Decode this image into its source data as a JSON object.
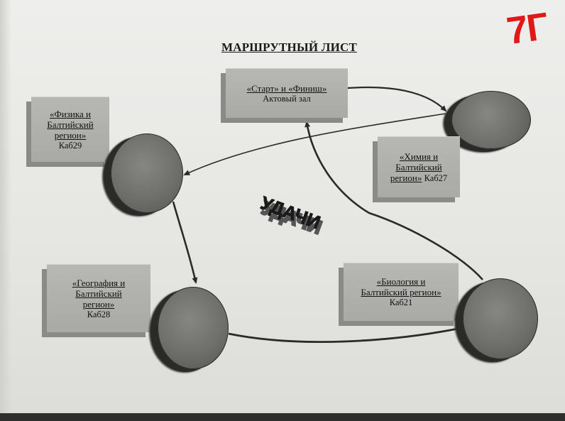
{
  "title": "МАРШРУТНЫЙ ЛИСТ",
  "handwritten_mark": "7Г",
  "stations": [
    {
      "id": "start",
      "title_line1": "«Старт» и «Финиш»",
      "title_line2": "",
      "title_line3": "",
      "room": "Актовый зал"
    },
    {
      "id": "physics",
      "title_line1": "«Физика и",
      "title_line2": "Балтийский",
      "title_line3": "регион»",
      "room": "Каб29"
    },
    {
      "id": "chemistry",
      "title_line1": "«Химия и",
      "title_line2": "Балтийский",
      "title_line3": "регион»",
      "room": "Каб27"
    },
    {
      "id": "geography",
      "title_line1": "«География и",
      "title_line2": "Балтийский",
      "title_line3": "регион»",
      "room": "Каб28"
    },
    {
      "id": "biology",
      "title_line1": "«Биология и",
      "title_line2": "Балтийский регион»",
      "title_line3": "",
      "room": "Каб21"
    }
  ],
  "center_word": "УДАЧИ",
  "route": [
    "start",
    "chemistry",
    "physics",
    "geography",
    "biology",
    "start"
  ],
  "colors": {
    "paper": "#e9e9e6",
    "box": "#b0b0ad",
    "disk": "#747471",
    "ink": "#2a2a28",
    "mark": "#e01818"
  }
}
